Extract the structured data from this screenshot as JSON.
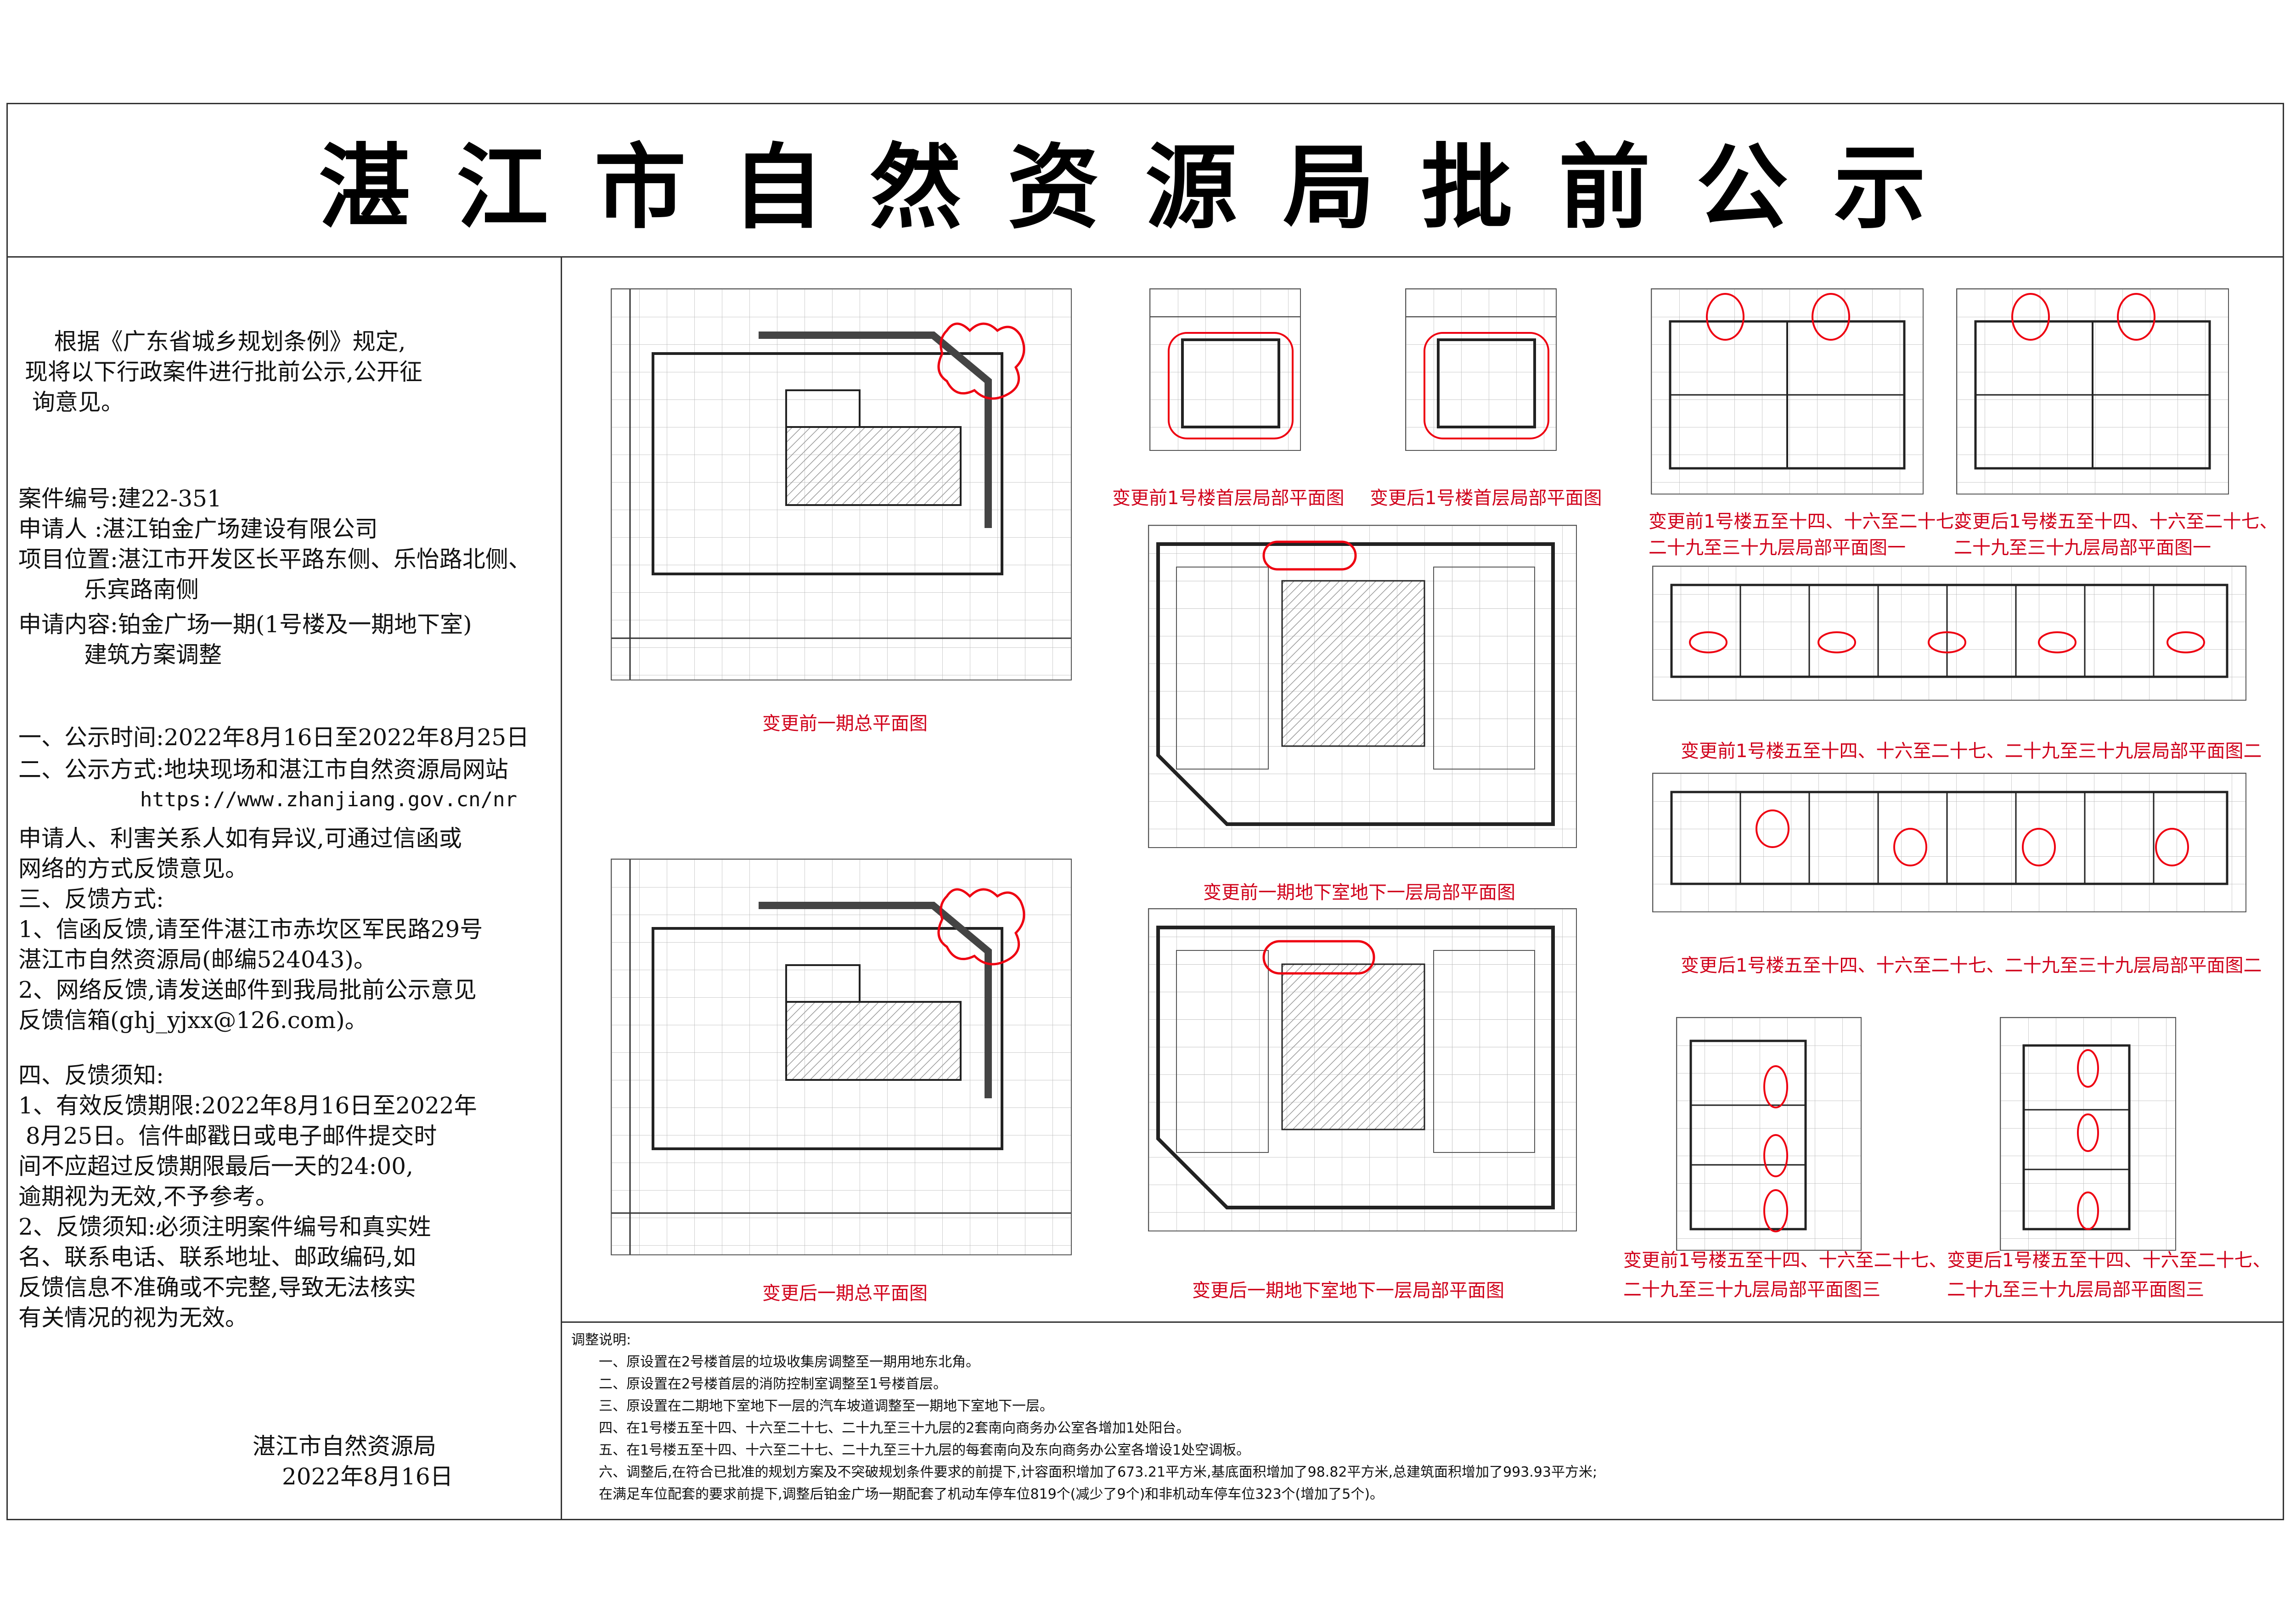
{
  "title": "湛江市自然资源局批前公示",
  "left": {
    "intro_1": "    根据《广东省城乡规划条例》规定,",
    "intro_2": "现将以下行政案件进行批前公示,公开征",
    "intro_3": " 询意见。",
    "case_no": "案件编号:建22-351",
    "applicant": "申请人 :湛江铂金广场建设有限公司",
    "location_1": "项目位置:湛江市开发区长平路东侧、乐怡路北侧、",
    "location_2": "         乐宾路南侧",
    "content_1": "申请内容:铂金广场一期(1号楼及一期地下室)",
    "content_2": "         建筑方案调整",
    "time": "一、公示时间:2022年8月16日至2022年8月25日",
    "method_1": "二、公示方式:地块现场和湛江市自然资源局网站",
    "method_2": "          https://www.zhanjiang.gov.cn/nr",
    "objection_1": "申请人、利害关系人如有异议,可通过信函或",
    "objection_2": "网络的方式反馈意见。",
    "feedback_title": "三、反馈方式:",
    "fb1_1": "1、信函反馈,请至件湛江市赤坎区军民路29号",
    "fb1_2": "湛江市自然资源局(邮编524043)。",
    "fb2_1": "2、网络反馈,请发送邮件到我局批前公示意见",
    "fb2_2": "反馈信箱(ghj_yjxx@126.com)。",
    "notice_title": "四、反馈须知:",
    "n1_1": "1、有效反馈期限:2022年8月16日至2022年",
    "n1_2": " 8月25日。信件邮戳日或电子邮件提交时",
    "n1_3": "间不应超过反馈期限最后一天的24:00,",
    "n1_4": "逾期视为无效,不予参考。",
    "n2_1": "2、反馈须知:必须注明案件编号和真实姓",
    "n2_2": "名、联系电话、联系地址、邮政编码,如",
    "n2_3": "反馈信息不准确或不完整,导致无法核实",
    "n2_4": "有关情况的视为无效。",
    "issuer": "湛江市自然资源局",
    "date": "2022年8月16日"
  },
  "captions": {
    "c1": "变更前一期总平面图",
    "c2": "变更前1号楼首层局部平面图",
    "c3": "变更后1号楼首层局部平面图",
    "c4": "变更前1号楼五至十四、十六至二十七、",
    "c4b": "二十九至三十九层局部平面图一",
    "c5": "变更后1号楼五至十四、十六至二十七、",
    "c5b": "二十九至三十九层局部平面图一",
    "c6": "变更前一期地下室地下一层局部平面图",
    "c7": "变更前1号楼五至十四、十六至二十七、二十九至三十九层局部平面图二",
    "c8": "变更后1号楼五至十四、十六至二十七、二十九至三十九层局部平面图二",
    "c9": "变更后一期总平面图",
    "c10": "变更后一期地下室地下一层局部平面图",
    "c11": "变更前1号楼五至十四、十六至二十七、",
    "c11b": "二十九至三十九层局部平面图三",
    "c12": "变更后1号楼五至十四、十六至二十七、",
    "c12b": "二十九至三十九层局部平面图三"
  },
  "notes": {
    "heading": "调整说明:",
    "l1": "一、原设置在2号楼首层的垃圾收集房调整至一期用地东北角。",
    "l2": "二、原设置在2号楼首层的消防控制室调整至1号楼首层。",
    "l3": "三、原设置在二期地下室地下一层的汽车坡道调整至一期地下室地下一层。",
    "l4": "四、在1号楼五至十四、十六至二十七、二十九至三十九层的2套南向商务办公室各增加1处阳台。",
    "l5": "五、在1号楼五至十四、十六至二十七、二十九至三十九层的每套南向及东向商务办公室各增设1处空调板。",
    "l6": "六、调整后,在符合已批准的规划方案及不突破规划条件要求的前提下,计容面积增加了673.21平方米,基底面积增加了98.82平方米,总建筑面积增加了993.93平方米;",
    "l7": "    在满足车位配套的要求前提下,调整后铂金广场一期配套了机动车停车位819个(减少了9个)和非机动车停车位323个(增加了5个)。"
  }
}
